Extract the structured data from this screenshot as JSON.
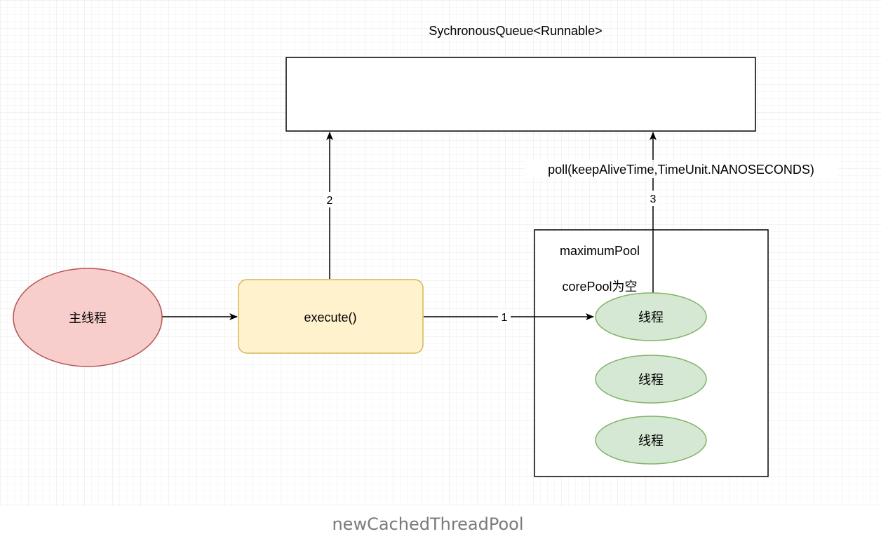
{
  "diagram": {
    "queue_label": "SychronousQueue<Runnable>",
    "poll_label": "poll(keepAliveTime,TimeUnit.NANOSECONDS)",
    "main_thread_label": "主线程",
    "execute_label": "execute()",
    "max_pool_label": "maximumPool",
    "core_pool_label": "corePool为空",
    "threads": [
      "线程",
      "线程",
      "线程"
    ],
    "edge_labels": {
      "e1": "1",
      "e2": "2",
      "e3": "3"
    },
    "colors": {
      "main_thread_fill": "#f8cecc",
      "main_thread_stroke": "#b85450",
      "execute_fill": "#fff2cc",
      "execute_stroke": "#d6b656",
      "thread_fill": "#d5e8d4",
      "thread_stroke": "#82b366"
    }
  },
  "caption": "newCachedThreadPool"
}
